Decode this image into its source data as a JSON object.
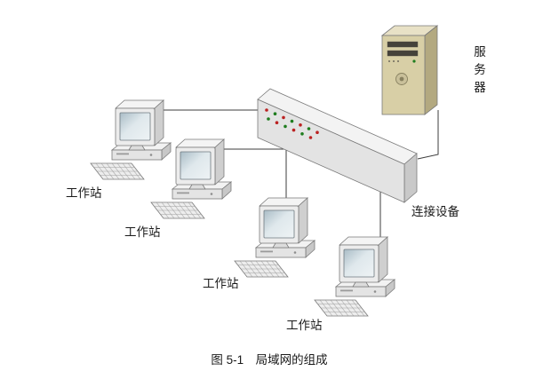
{
  "figure": {
    "caption": "图 5-1　局域网的组成"
  },
  "diagram": {
    "workstations": [
      {
        "label": "工作站"
      },
      {
        "label": "工作站"
      },
      {
        "label": "工作站"
      },
      {
        "label": "工作站"
      }
    ],
    "switch": {
      "label": "连接设备"
    },
    "server": {
      "label": "服务器",
      "chars": [
        "服",
        "务",
        "器"
      ]
    },
    "colors": {
      "led_red": "#bb2222",
      "led_green": "#1f7d1f",
      "server_front": "#d8cfa6",
      "server_side": "#b3a980",
      "server_top": "#e8e1c6",
      "server_slot": "#45423a",
      "switch_front": "#e3e3e3",
      "switch_top": "#f3f3f3",
      "switch_side": "#c9c9c9",
      "screen_hi": "#eef3f5",
      "screen_lo": "#a9bcc6",
      "line": "#3c3c3c"
    }
  }
}
